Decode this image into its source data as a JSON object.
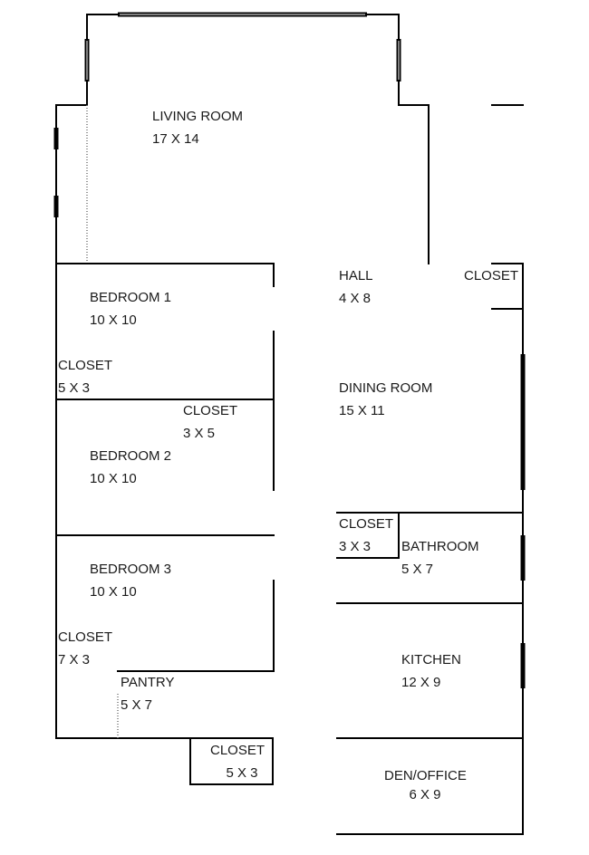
{
  "rooms": {
    "living_room": {
      "name": "LIVING ROOM",
      "size": "17 X 14"
    },
    "hall": {
      "name": "HALL",
      "size": "4 X 8"
    },
    "hall_closet": {
      "name": "CLOSET"
    },
    "bedroom1": {
      "name": "BEDROOM 1",
      "size": "10 X 10"
    },
    "closet_b1": {
      "name": "CLOSET",
      "size": "5 X 3"
    },
    "closet_b2": {
      "name": "CLOSET",
      "size": "3 X 5"
    },
    "bedroom2": {
      "name": "BEDROOM 2",
      "size": "10 X 10"
    },
    "dining_room": {
      "name": "DINING ROOM",
      "size": "15 X 11"
    },
    "bath_closet": {
      "name": "CLOSET",
      "size": "3 X 3"
    },
    "bathroom": {
      "name": "BATHROOM",
      "size": "5 X 7"
    },
    "bedroom3": {
      "name": "BEDROOM 3",
      "size": "10 X 10"
    },
    "closet_b3": {
      "name": "CLOSET",
      "size": "7 X 3"
    },
    "pantry": {
      "name": "PANTRY",
      "size": "5 X 7"
    },
    "kitchen": {
      "name": "KITCHEN",
      "size": "12 X 9"
    },
    "bottom_closet": {
      "name": "CLOSET",
      "size": "5 X 3"
    },
    "den_office": {
      "name": "DEN/OFFICE",
      "size": "6 X 9"
    }
  }
}
